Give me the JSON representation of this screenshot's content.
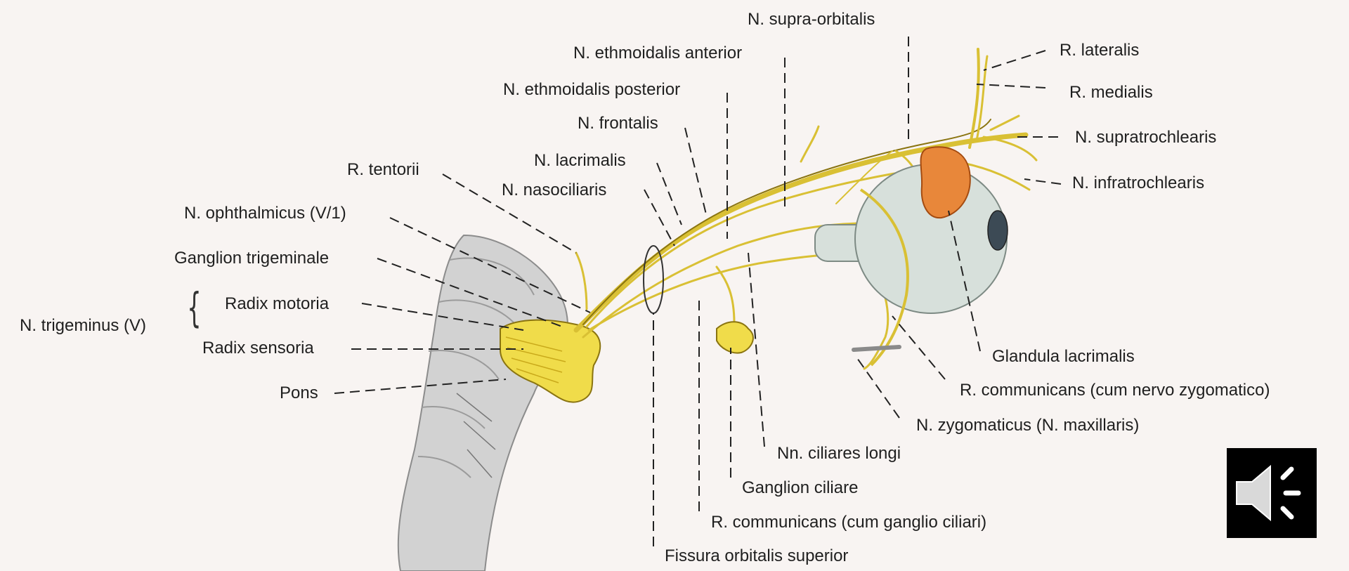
{
  "labels": {
    "supra_orbitalis": "N. supra-orbitalis",
    "ethmoidalis_anterior": "N. ethmoidalis anterior",
    "ethmoidalis_posterior": "N. ethmoidalis posterior",
    "frontalis": "N. frontalis",
    "lacrimalis": "N. lacrimalis",
    "nasociliaris": "N. nasociliaris",
    "tentorii": "R. tentorii",
    "ophthalmicus": "N. ophthalmicus (V/1)",
    "ganglion_trigeminale": "Ganglion trigeminale",
    "trigeminus": "N. trigeminus (V)",
    "radix_motoria": "Radix motoria",
    "radix_sensoria": "Radix sensoria",
    "pons": "Pons",
    "r_lateralis": "R. lateralis",
    "r_medialis": "R. medialis",
    "supratrochlearis": "N. supratrochlearis",
    "infratrochlearis": "N. infratrochlearis",
    "glandula_lacrimalis": "Glandula lacrimalis",
    "communicans_zygomatico": "R. communicans (cum nervo zygomatico)",
    "zygomaticus": "N. zygomaticus (N. maxillaris)",
    "ciliares_longi": "Nn. ciliares longi",
    "ganglion_ciliare": "Ganglion ciliare",
    "communicans_ciliari": "R. communicans (cum ganglio ciliari)",
    "fissura": "Fissura orbitalis superior"
  },
  "colors": {
    "nerve": "#d9c034",
    "nerve_dark": "#8a7410",
    "ganglion": "#f0dc4a",
    "gland": "#e8873a",
    "eyeball": "#d7e0db",
    "brainstem": "#cfcfcf"
  },
  "audio_button": {
    "icon": "speaker-icon"
  }
}
